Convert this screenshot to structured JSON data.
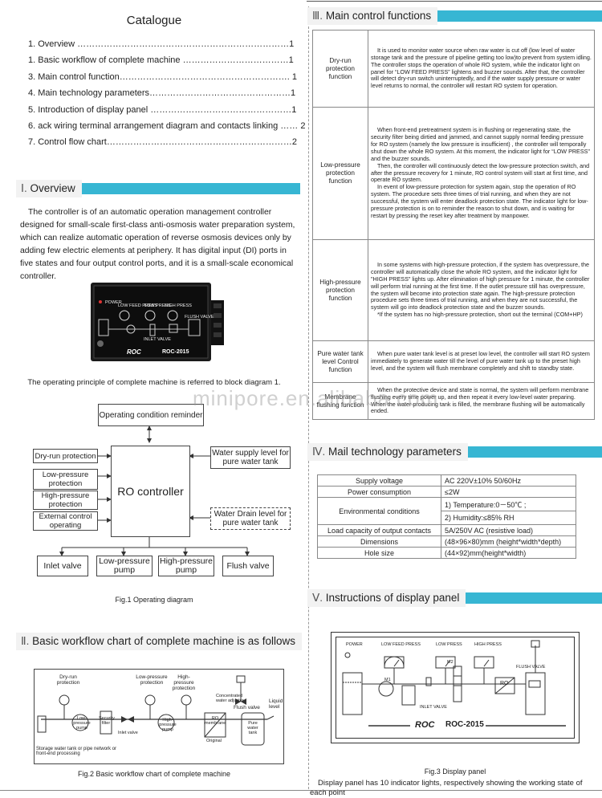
{
  "catalogue": {
    "title": "Catalogue",
    "items": [
      "1. Overview ………………………………………………………………1",
      "1. Basic workflow of complete machine ………………………………1",
      "3. Main control function…………………………………………………. 1",
      "4. Main technology parameters…………………………………………1",
      "5. Introduction of display panel …………………………………………1",
      "6. ack wiring terminal arrangement diagram and contacts linking …… 2",
      "7. Control flow chart………………………………………………………2"
    ]
  },
  "overview": {
    "roman": "Ⅰ.",
    "title": "Overview",
    "text": "The controller is of an automatic operation management controller designed for small-scale first-class anti-osmosis water preparation system, which can realize automatic operation of reverse osmosis devices only by adding few electric elements at periphery. It has digital input (DI) ports in five states and four output control ports, and it is a small-scale economical controller.",
    "device_labels": {
      "power": "POWER",
      "low_feed": "LOW FEED PRESS",
      "low_press": "LOW PRESS",
      "high_press": "HIGH PRESS",
      "flush_valve": "FLUSH VALVE",
      "inlet_valve": "INLET VALVE",
      "brand": "ROC",
      "model": "ROC-2015"
    },
    "principle_text": "The operating principle of complete machine is referred to block diagram 1."
  },
  "diagram1": {
    "top_box": "Operating condition reminder",
    "center": "RO controller",
    "left_inputs": [
      "Dry-run protection",
      "Low-pressure protection",
      "High-pressure protection",
      "External control operating"
    ],
    "right_inputs": [
      "Water supply level for pure water tank",
      "Water Drain level for pure water tank"
    ],
    "outputs": [
      "Inlet valve",
      "Low-pressure pump",
      "High-pressure pump",
      "Flush valve"
    ],
    "caption": "Fig.1 Operating diagram"
  },
  "workflow": {
    "roman": "Ⅱ.",
    "title": "Basic workflow chart of complete machine is as follows",
    "labels": {
      "dry_run": "Dry-run protection",
      "low_pressure": "Low-pressure protection",
      "high_pressure": "High-pressure protection",
      "flush_valve": "Flush valve",
      "concentrated": "Concentrated water adjuster",
      "liquid_level": "Liquid level",
      "low_pressure_pump": "Low-pressure pump",
      "security_filter": "Security filter",
      "inlet_valve": "Inlet valve",
      "high_pressure_pump": "High-pressure pump",
      "ro_membrane": "RO membrane",
      "original": "Original",
      "pure_water_tank": "Pure water tank",
      "storage": "Storage water tank or pipe network or front-end processing"
    },
    "caption": "Fig.2 Basic workflow chart of complete machine"
  },
  "main_control": {
    "roman": "Ⅲ.",
    "title": "Main control functions",
    "rows": [
      {
        "name": "Dry-run protection function",
        "paragraphs": [
          "It is used to monitor water source when raw water is cut off (low level of water storage tank and the pressure of pipeline getting too low)to prevent from system idling. The controller stops the operation of whole RO system, while the indicator light on panel for “LOW FEED PRESS” lightens and buzzer sounds. After that, the controller will detect dry-run switch uninterruptedly, and if the water supply pressure or water level returns to normal, the controller will restart RO system for operation."
        ]
      },
      {
        "name": "Low-pressure protection function",
        "paragraphs": [
          "When front-end pretreatment system is in flushing or regenerating state, the security filter being dirtied and jammed, and cannot supply normal feeding pressure for RO system (namely the low pressure is insufficient) , the controller will temporally shut down the whole RO system. At this moment, the indicator light for “LOW PRESS” and the buzzer sounds.",
          "Then, the controller will continuously detect the low-pressure protection switch, and after the pressure recovery for 1 minute, RO control system will start at first time, and operate RO system.",
          "In event of low-pressure protection for system again, stop the operation of RO system. The procedure sets three times of trial running, and when they are not successful, the system will enter deadlock protection state. The indicator light for low-pressure protection is on to reminder the reason to shut down, and is waiting for restart by pressing the reset key after treatment by manpower."
        ]
      },
      {
        "name": "High-pressure protection function",
        "paragraphs": [
          "In some systems with high-pressure protection, if the system has overpressure, the controller will automatically close the whole RO system, and the indicator light for \"HIGH PRESS\" lights up. After elimination of high pressure for 1 minute, the controller will perform trial running at the first time. If the outlet pressure still has overpressure, the system will become into protection state again. The high-pressure protection procedure sets three times of trial running, and when they are not successful, the system will go into deadlock protection state and the buzzer sounds.",
          "*If the system has no high-pressure protection, short out the terminal (COM+HP)"
        ]
      },
      {
        "name": "Pure water tank level Control function",
        "paragraphs": [
          "When pure water tank level is at preset low level, the controller will start RO system immediately to generate water till the level of pure water tank up to the preset high level, and the system will flush membrane completely and shift to standby state."
        ]
      },
      {
        "name": "Membrane flushing function",
        "paragraphs": [
          "When the protective device and state is normal, the system will perform membrane flushing every time power up, and then repeat it every low-level water preparing. When the water producing tank is filled, the membrane flushing will be automatically ended."
        ]
      }
    ]
  },
  "watermark": "minipore.en.alibaba.com",
  "tech": {
    "roman": "Ⅳ.",
    "title": "Mail technology parameters",
    "rows": [
      {
        "k": "Supply voltage",
        "v": [
          "AC 220V±10%  50/60Hz"
        ]
      },
      {
        "k": "Power consumption",
        "v": [
          "≤2W"
        ]
      },
      {
        "k": "Environmental conditions",
        "v": [
          "1) Temperature:0－50℃ ;",
          "2) Humidity:≤85% RH"
        ]
      },
      {
        "k": "Load capacity of output contacts",
        "v": [
          "5A/250V AC (resistive load)"
        ]
      },
      {
        "k": "Dimensions",
        "v": [
          "(48×96×80)mm (height*width*depth)"
        ]
      },
      {
        "k": "Hole size",
        "v": [
          "(44×92)mm(height*width)"
        ]
      }
    ]
  },
  "display": {
    "roman": "Ⅴ.",
    "title": "Instructions of display panel",
    "panel_labels": {
      "power": "POWER",
      "low_feed": "LOW FEED PRESS",
      "low_press": "LOW PRESS",
      "high_press": "HIGH PRESS",
      "flush_valve": "FLUSH VALVE",
      "inlet_valve": "INLET VALVE",
      "m1": "M1",
      "m2": "M2",
      "ro": "RO",
      "brand": "ROC",
      "model": "ROC-2015"
    },
    "caption": "Fig.3 Display panel",
    "text": "Display panel has 10 indicator lights, respectively showing the working state of each point"
  }
}
